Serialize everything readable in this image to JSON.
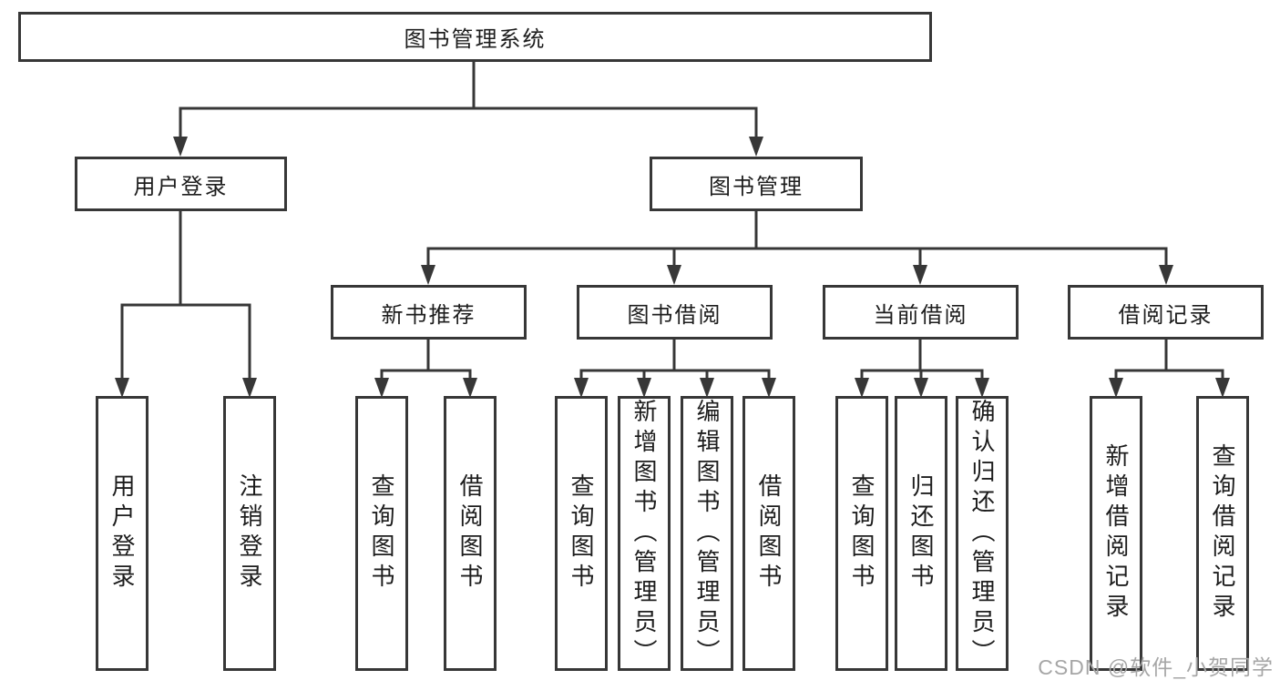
{
  "diagram": {
    "root": {
      "label": "图书管理系统"
    },
    "branches": [
      {
        "label": "用户登录",
        "children": [
          {
            "label": "用户登录"
          },
          {
            "label": "注销登录"
          }
        ]
      },
      {
        "label": "图书管理",
        "children": [
          {
            "label": "新书推荐",
            "children": [
              {
                "label": "查询图书"
              },
              {
                "label": "借阅图书"
              }
            ]
          },
          {
            "label": "图书借阅",
            "children": [
              {
                "label": "查询图书"
              },
              {
                "label": "新增图书（管理员）"
              },
              {
                "label": "编辑图书（管理员）"
              },
              {
                "label": "借阅图书"
              }
            ]
          },
          {
            "label": "当前借阅",
            "children": [
              {
                "label": "查询图书"
              },
              {
                "label": "归还图书"
              },
              {
                "label": "确认归还（管理员）"
              }
            ]
          },
          {
            "label": "借阅记录",
            "children": [
              {
                "label": "新增借阅记录"
              },
              {
                "label": "查询借阅记录"
              }
            ]
          }
        ]
      }
    ]
  },
  "watermark": {
    "text": "CSDN @软件_小贺同学"
  },
  "colors": {
    "line": "#373737",
    "text": "#1d1d1d",
    "watermark": "#a6a6a6",
    "background": "#ffffff"
  }
}
